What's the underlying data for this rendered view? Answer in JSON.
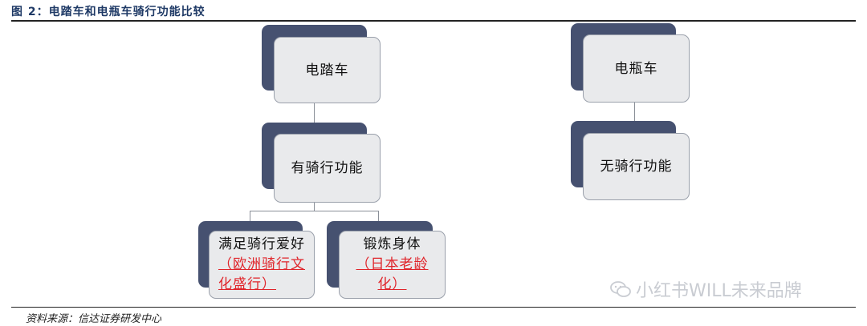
{
  "figure_title": "图 2：电踏车和电瓶车骑行功能比较",
  "source_note": "资料来源：信达证券研发中心",
  "watermark": "小红书WILL未来品牌",
  "nodes": {
    "ebike": "电踏车",
    "ebike_feature": "有骑行功能",
    "escooter": "电瓶车",
    "escooter_feature": "无骑行功能",
    "leaf_left_black": "满足骑行爱好",
    "leaf_left_red": "（欧洲骑行文化盛行）",
    "leaf_right_black": "锻炼身体",
    "leaf_right_red": "（日本老龄化）"
  },
  "colors": {
    "shadow": "#465170",
    "box_fill": "#e9eaec",
    "title": "#1f3a66",
    "highlight": "#e0242a"
  }
}
